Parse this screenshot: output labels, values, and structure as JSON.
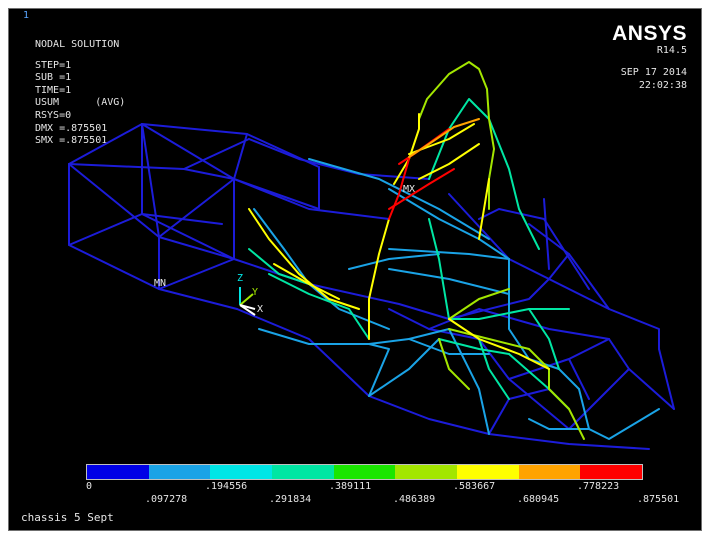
{
  "window_number": "1",
  "info": {
    "title": "NODAL SOLUTION",
    "step": "STEP=1",
    "sub": "SUB =1",
    "time": "TIME=1",
    "result": "USUM      (AVG)",
    "rsys": "RSYS=0",
    "dmx": "DMX =.875501",
    "smx": "SMX =.875501"
  },
  "brand": {
    "name": "ANSYS",
    "release": "R14.5"
  },
  "stamp": {
    "date": "SEP 17 2014",
    "time": "22:02:38"
  },
  "markers": {
    "max": "MX",
    "min": "MN"
  },
  "triad": {
    "z": "Z",
    "y": "Y",
    "x": "X"
  },
  "legend": {
    "colors": [
      "#0000e6",
      "#1aa3e6",
      "#00e6e6",
      "#00e6a3",
      "#1ae600",
      "#a3e600",
      "#ffff00",
      "#ffa300",
      "#ff0000"
    ],
    "values_top": [
      "0",
      ".194556",
      ".389111",
      ".583667",
      ".778223"
    ],
    "values_bottom": [
      ".097278",
      ".291834",
      ".486389",
      ".680945",
      ".875501"
    ]
  },
  "caption": "chassis 5 Sept"
}
